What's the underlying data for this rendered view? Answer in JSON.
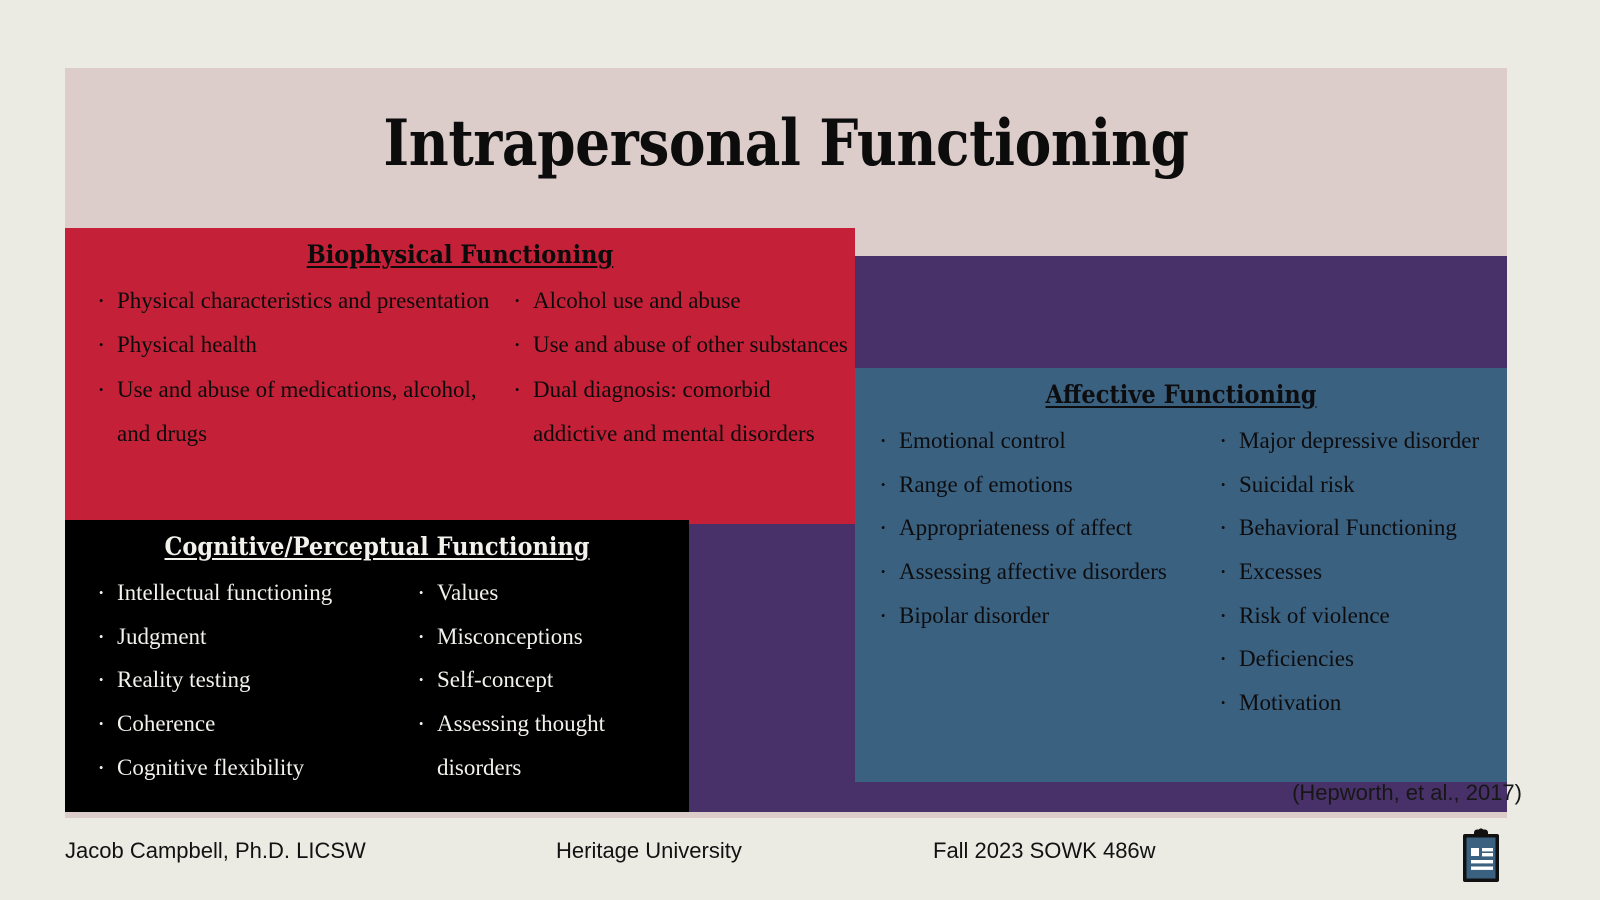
{
  "slide": {
    "title": "Intrapersonal Functioning",
    "citation": "(Hepworth, et al., 2017)"
  },
  "blocks": {
    "biophysical": {
      "heading": "Biophysical Functioning",
      "color": "#c42038",
      "left_column": [
        "Physical characteristics and presentation",
        "Physical health",
        "Use and abuse of medications, alcohol, and drugs"
      ],
      "right_column": [
        "Alcohol use and abuse",
        "Use and abuse of other substances",
        "Dual diagnosis: comorbid addictive and mental disorders"
      ]
    },
    "cognitive": {
      "heading": "Cognitive/Perceptual Functioning",
      "color": "#000000",
      "left_column": [
        "Intellectual functioning",
        "Judgment",
        "Reality testing",
        "Coherence",
        "Cognitive flexibility"
      ],
      "right_column": [
        "Values",
        "Misconceptions",
        "Self-concept",
        "Assessing thought disorders"
      ]
    },
    "affective": {
      "heading": "Affective Functioning",
      "color": "#3a6180",
      "left_column": [
        "Emotional control",
        "Range of emotions",
        "Appropriateness of affect",
        "Assessing affective disorders",
        "Bipolar disorder"
      ],
      "right_column": [
        "Major depressive disorder",
        "Suicidal risk",
        "Behavioral Functioning",
        "Excesses",
        "Risk of violence",
        "Deficiencies",
        "Motivation"
      ]
    },
    "accent_purple": {
      "color": "#473168"
    }
  },
  "footer": {
    "author": "Jacob Campbell, Ph.D. LICSW",
    "organization": "Heritage University",
    "course": "Fall 2023 SOWK 486w",
    "icon": "clipboard-presentation-icon"
  },
  "theme": {
    "background": "#ebebe3",
    "panel": "#dccdcb"
  }
}
